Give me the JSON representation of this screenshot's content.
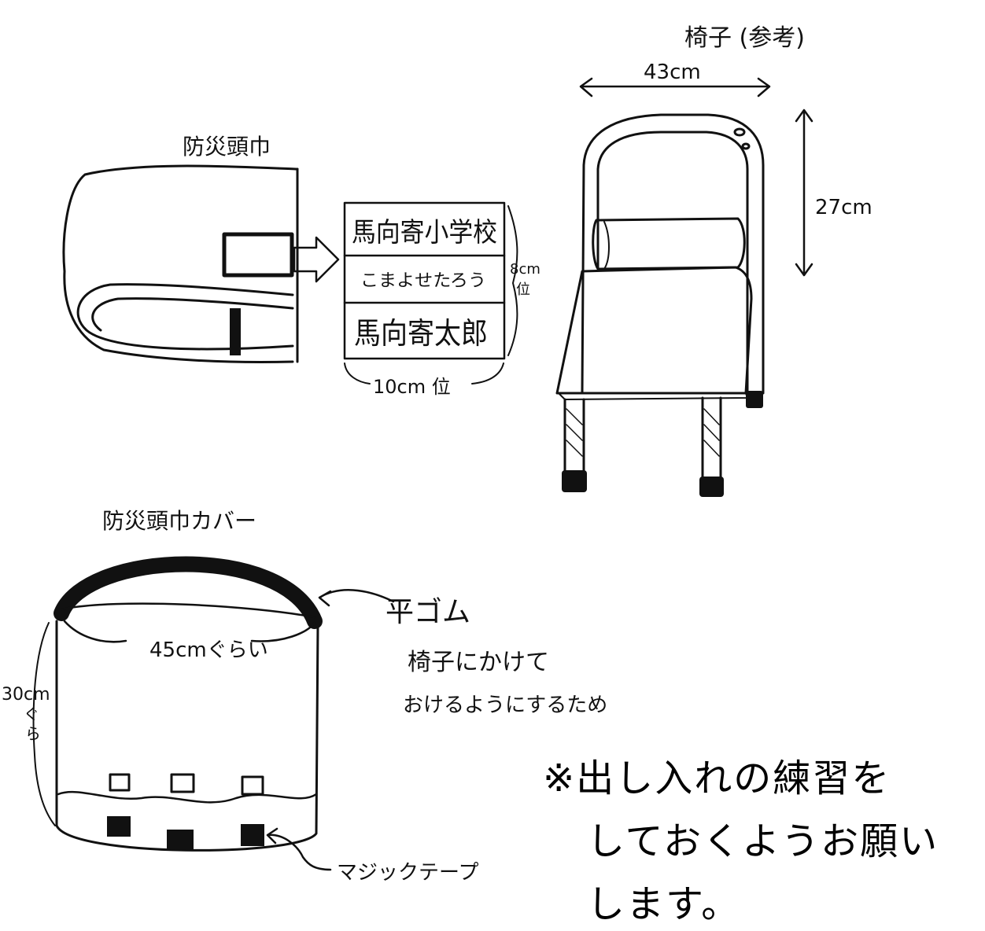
{
  "hood": {
    "title": "防災頭巾",
    "nametag": {
      "school": "馬向寄小学校",
      "reading": "こまよせたろう",
      "name": "馬向寄太郎",
      "height_label": "8cm",
      "height_suffix": "位",
      "width_label": "10cm 位"
    }
  },
  "chair": {
    "title": "椅子 (参考)",
    "width_label": "43cm",
    "height_label": "27cm"
  },
  "cover": {
    "title": "防災頭巾カバー",
    "width_label": "45cmぐらい",
    "height_label": "30cm",
    "height_suffix_1": "ぐ",
    "height_suffix_2": "ら",
    "band_label": "平ゴム",
    "band_note_1": "椅子にかけて",
    "band_note_2": "おけるようにするため",
    "tape_label": "マジックテープ"
  },
  "note": {
    "line1": "※出し入れの練習を",
    "line2": "しておくようお願い",
    "line3": "します。"
  },
  "colors": {
    "ink": "#111111",
    "paper": "#ffffff"
  }
}
